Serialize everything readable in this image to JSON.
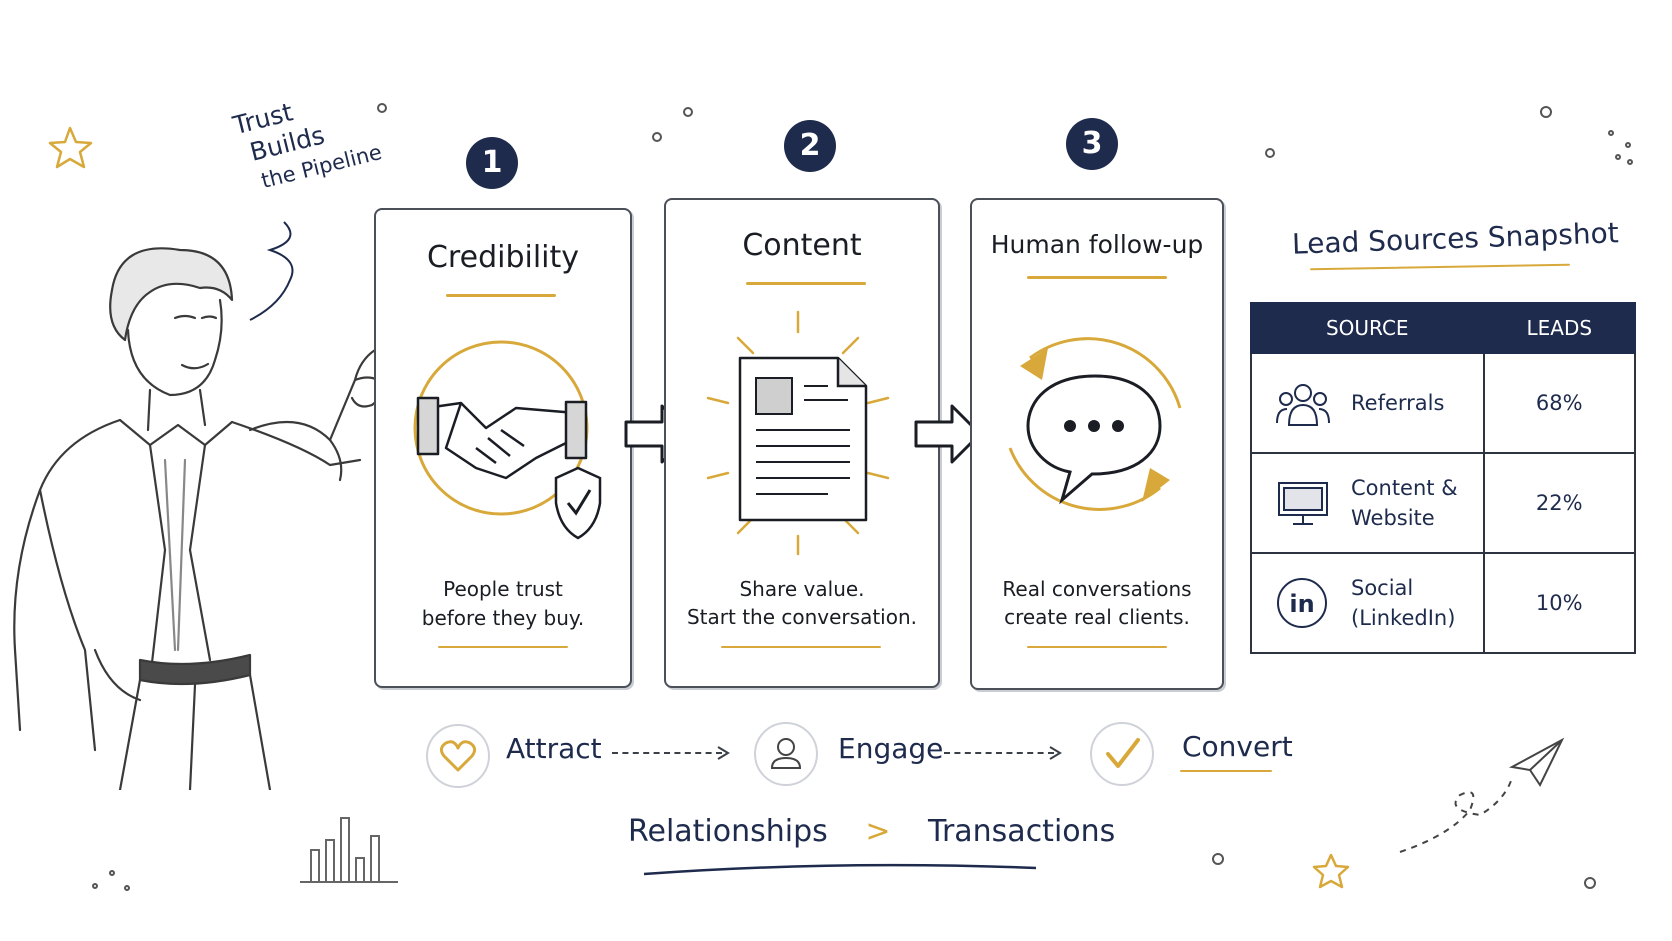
{
  "annotation": {
    "line1": "Trust",
    "line2": "Builds",
    "line3": "the Pipeline"
  },
  "steps": [
    {
      "number": "1",
      "title": "Credibility",
      "sub1": "People trust",
      "sub2": "before they buy.",
      "icon": "handshake-shield-icon"
    },
    {
      "number": "2",
      "title": "Content",
      "sub1": "Share value.",
      "sub2": "Start the conversation.",
      "icon": "document-icon"
    },
    {
      "number": "3",
      "title": "Human follow-up",
      "sub1": "Real conversations",
      "sub2": "create real clients.",
      "icon": "chat-bubble-cycle-icon"
    }
  ],
  "snapshot": {
    "title": "Lead Sources Snapshot",
    "headers": {
      "source": "SOURCE",
      "leads": "LEADS"
    },
    "rows": [
      {
        "source": "Referrals",
        "source2": "",
        "leads": "68%",
        "icon": "people-icon"
      },
      {
        "source": "Content &",
        "source2": "Website",
        "leads": "22%",
        "icon": "monitor-icon"
      },
      {
        "source": "Social",
        "source2": "(LinkedIn)",
        "leads": "10%",
        "icon": "linkedin-icon"
      }
    ]
  },
  "funnel": {
    "attract": "Attract",
    "engage": "Engage",
    "convert": "Convert"
  },
  "tagline": {
    "left": "Relationships",
    "symbol": ">",
    "right": "Transactions"
  },
  "colors": {
    "navy": "#1e2b4d",
    "gold": "#d8a93a",
    "ink": "#1a1d24"
  }
}
